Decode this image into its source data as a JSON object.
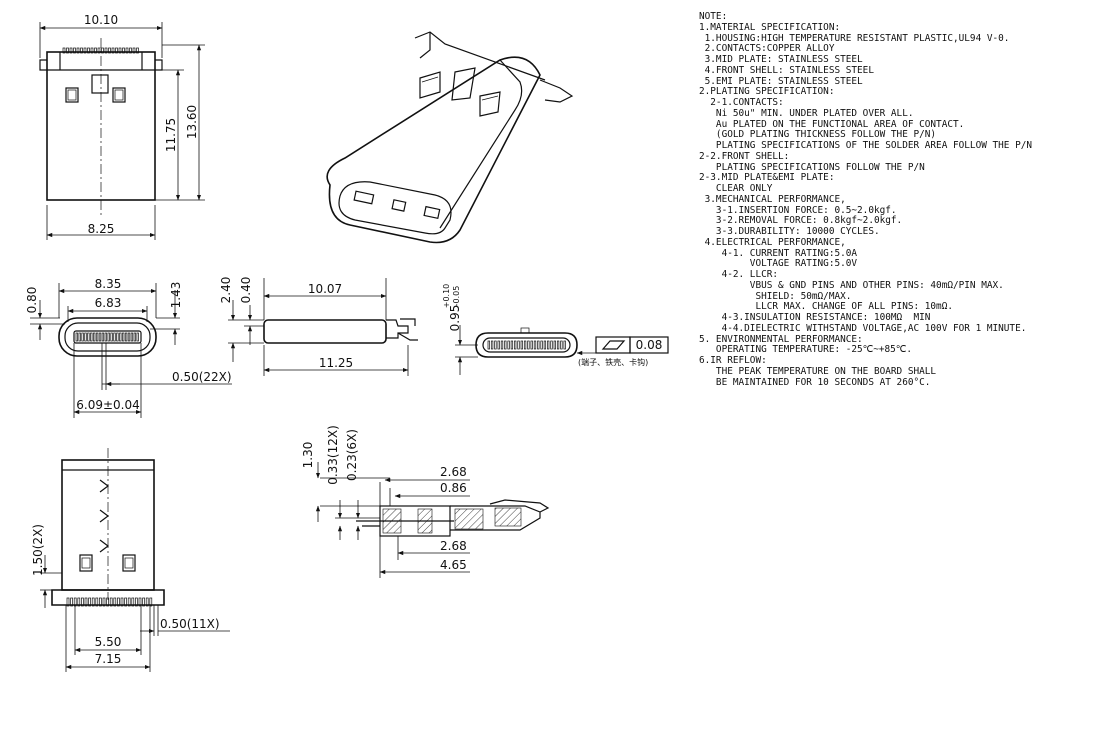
{
  "dimensions": {
    "top_width": "10.10",
    "top_h1": "11.75",
    "top_h2": "13.60",
    "top_bottom": "8.25",
    "front_w1": "8.35",
    "front_w2": "6.83",
    "front_h1": "0.80",
    "front_h2": "1.43",
    "front_pitch": "0.50(22X)",
    "front_base": "6.09±0.04",
    "side_h1": "2.40",
    "side_h2": "0.40",
    "side_w1": "10.07",
    "side_w2": "11.25",
    "end_h": "0.95",
    "end_tol_plus": "+0.10",
    "end_tol_minus": "-0.05",
    "flatness": "0.08",
    "flatness_note": "(端子、铁壳、卡钩)",
    "bottom_h": "1.50(2X)",
    "bottom_pitch": "0.50(11X)",
    "bottom_w1": "5.50",
    "bottom_w2": "7.15",
    "sec_h1": "1.30",
    "sec_h2": "0.33(12X)",
    "sec_h3": "0.23(6X)",
    "sec_w1": "2.68",
    "sec_w2": "0.86",
    "sec_w3": "2.68",
    "sec_w4": "4.65"
  },
  "notes": [
    "NOTE:",
    "1.MATERIAL SPECIFICATION:",
    " 1.HOUSING:HIGH TEMPERATURE RESISTANT PLASTIC,UL94 V-0.",
    " 2.CONTACTS:COPPER ALLOY",
    " 3.MID PLATE: STAINLESS STEEL",
    " 4.FRONT SHELL: STAINLESS STEEL",
    " 5.EMI PLATE: STAINLESS STEEL",
    "2.PLATING SPECIFICATION:",
    "  2-1.CONTACTS:",
    "   Ni 50u\" MIN. UNDER PLATED OVER ALL.",
    "   Au PLATED ON THE FUNCTIONAL AREA OF CONTACT.",
    "   (GOLD PLATING THICKNESS FOLLOW THE P/N)",
    "   PLATING SPECIFICATIONS OF THE SOLDER AREA FOLLOW THE P/N",
    "2-2.FRONT SHELL:",
    "   PLATING SPECIFICATIONS FOLLOW THE P/N",
    "2-3.MID PLATE&EMI PLATE:",
    "   CLEAR ONLY",
    " 3.MECHANICAL PERFORMANCE,",
    "   3-1.INSERTION FORCE: 0.5~2.0kgf.",
    "   3-2.REMOVAL FORCE: 0.8kgf~2.0kgf.",
    "   3-3.DURABILITY: 10000 CYCLES.",
    " 4.ELECTRICAL PERFORMANCE,",
    "    4-1. CURRENT RATING:5.0A",
    "         VOLTAGE RATING:5.0V",
    "    4-2. LLCR:",
    "         VBUS & GND PINS AND OTHER PINS: 40mΩ/PIN MAX.",
    "          SHIELD: 50mΩ/MAX.",
    "          LLCR MAX. CHANGE OF ALL PINS: 10mΩ.",
    "    4-3.INSULATION RESISTANCE: 100MΩ  MIN",
    "    4-4.DIELECTRIC WITHSTAND VOLTAGE,AC 100V FOR 1 MINUTE.",
    "5. ENVIRONMENTAL PERFORMANCE:",
    "   OPERATING TEMPERATURE: -25℃~+85℃.",
    "6.IR REFLOW:",
    "   THE PEAK TEMPERATURE ON THE BOARD SHALL",
    "   BE MAINTAINED FOR 10 SECONDS AT 260°C."
  ]
}
